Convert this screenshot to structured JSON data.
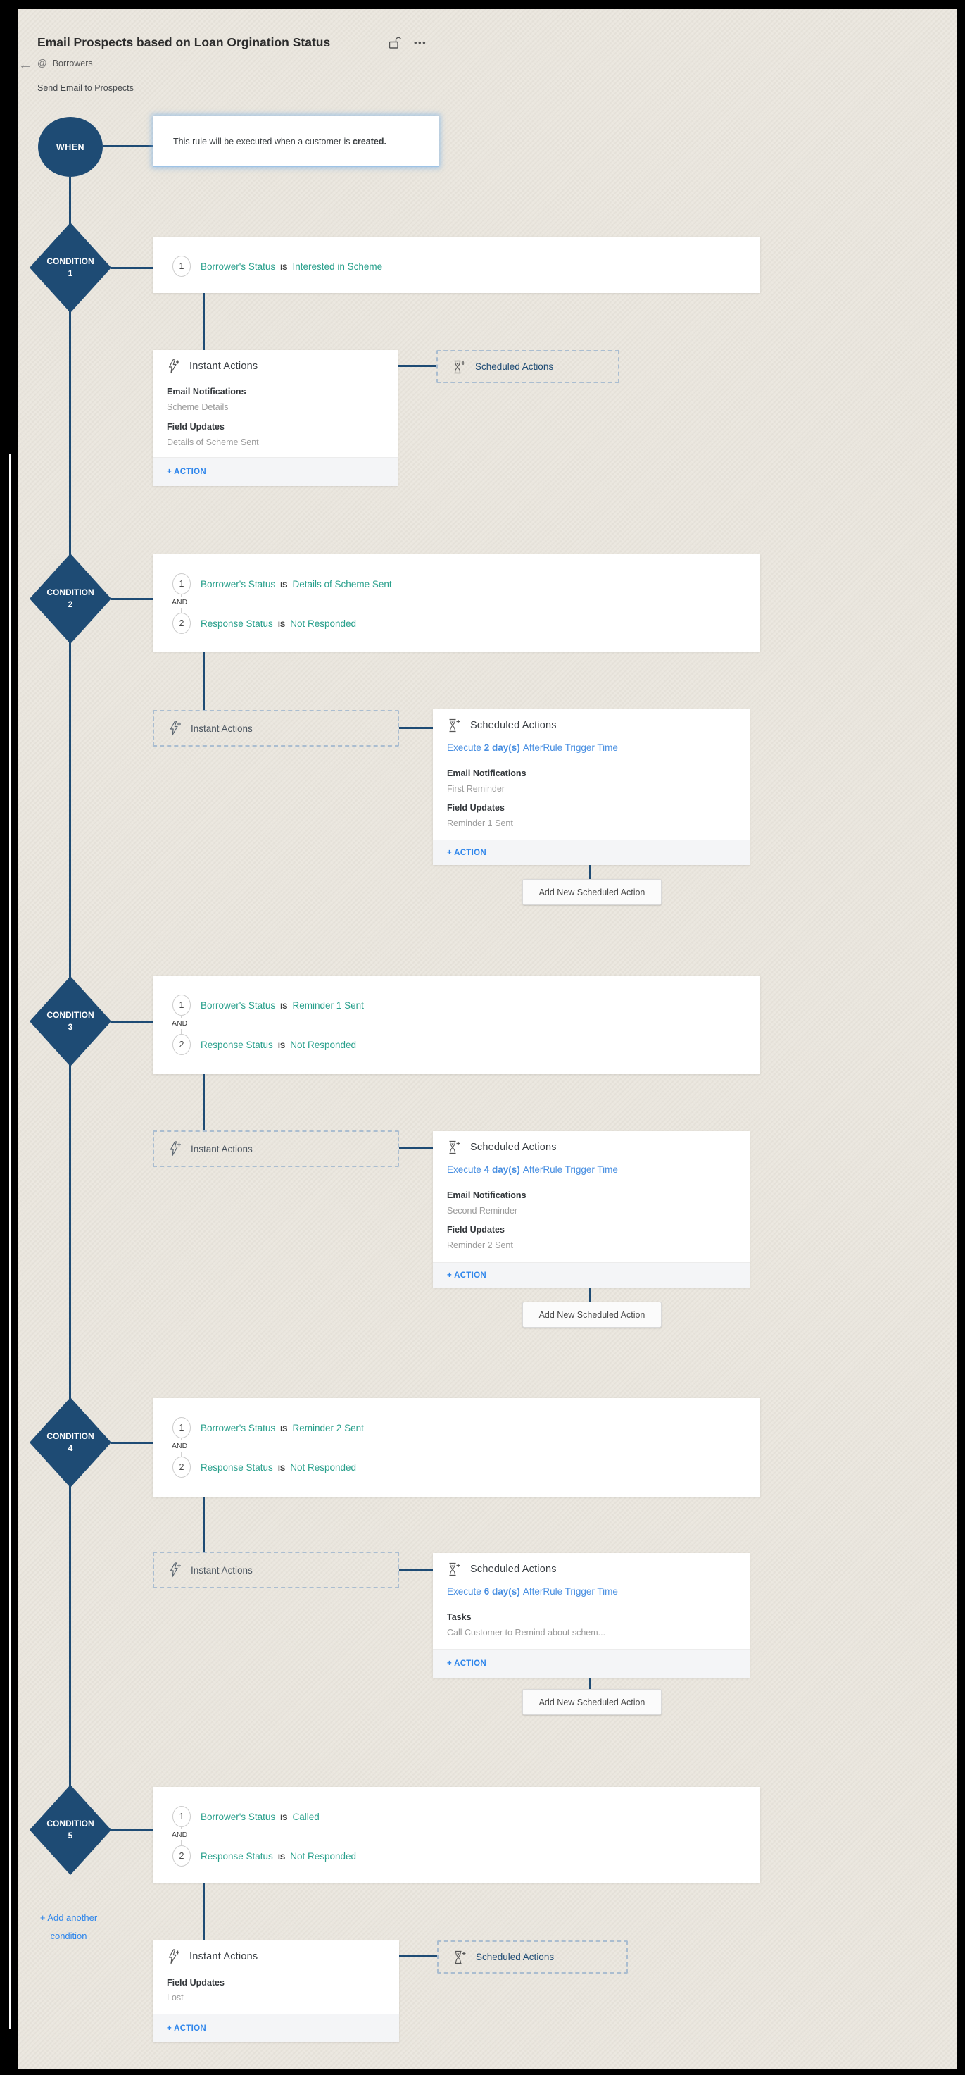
{
  "header": {
    "back_icon": "←",
    "title": "Email Prospects based on Loan Orgination Status",
    "module_prefix": "@",
    "module": "Borrowers",
    "description": "Send Email to Prospects",
    "menu_icon": "•••"
  },
  "when": {
    "label": "WHEN",
    "rule_text": "This rule will be executed when a customer is ",
    "rule_text_bold": "created."
  },
  "labels": {
    "condition_word": "CONDITION",
    "and": "AND",
    "action": "+ ACTION",
    "instant_title": "Instant Actions",
    "scheduled_title": "Scheduled Actions",
    "add_new_scheduled": "Add New Scheduled Action",
    "add_another_line1": "+ Add another",
    "add_another_line2": "condition",
    "execute_prefix": "Execute",
    "execute_suffix": "AfterRule Trigger Time"
  },
  "colors": {
    "navy": "#1e4b74",
    "teal": "#29a08c",
    "link_blue": "#2f86eb",
    "execute_blue": "#4a90e2",
    "canvas_beige": "#eae6de"
  },
  "conditions": [
    {
      "number": "1",
      "rows": [
        {
          "num": "1",
          "field": "Borrower's Status",
          "op": "IS",
          "value": "Interested in Scheme"
        }
      ],
      "instant": {
        "items": [
          {
            "label": "Email Notifications",
            "value": "Scheme Details"
          },
          {
            "label": "Field Updates",
            "value": "Details of Scheme Sent"
          }
        ]
      },
      "scheduled": {}
    },
    {
      "number": "2",
      "rows": [
        {
          "num": "1",
          "field": "Borrower's Status",
          "op": "IS",
          "value": "Details of Scheme Sent"
        },
        {
          "num": "2",
          "field": "Response Status",
          "op": "IS",
          "value": "Not Responded"
        }
      ],
      "instant": {},
      "scheduled": {
        "execute_bold": "2 day(s)",
        "items": [
          {
            "label": "Email Notifications",
            "value": "First Reminder"
          },
          {
            "label": "Field Updates",
            "value": "Reminder 1 Sent"
          }
        ]
      }
    },
    {
      "number": "3",
      "rows": [
        {
          "num": "1",
          "field": "Borrower's Status",
          "op": "IS",
          "value": "Reminder 1 Sent"
        },
        {
          "num": "2",
          "field": "Response Status",
          "op": "IS",
          "value": "Not Responded"
        }
      ],
      "instant": {},
      "scheduled": {
        "execute_bold": "4 day(s)",
        "items": [
          {
            "label": "Email Notifications",
            "value": "Second Reminder"
          },
          {
            "label": "Field Updates",
            "value": "Reminder 2 Sent"
          }
        ]
      }
    },
    {
      "number": "4",
      "rows": [
        {
          "num": "1",
          "field": "Borrower's Status",
          "op": "IS",
          "value": "Reminder 2 Sent"
        },
        {
          "num": "2",
          "field": "Response Status",
          "op": "IS",
          "value": "Not Responded"
        }
      ],
      "instant": {},
      "scheduled": {
        "execute_bold": "6 day(s)",
        "items": [
          {
            "label": "Tasks",
            "value": "Call Customer to Remind about schem..."
          }
        ]
      }
    },
    {
      "number": "5",
      "rows": [
        {
          "num": "1",
          "field": "Borrower's Status",
          "op": "IS",
          "value": "Called"
        },
        {
          "num": "2",
          "field": "Response Status",
          "op": "IS",
          "value": "Not Responded"
        }
      ],
      "instant": {
        "items": [
          {
            "label": "Field Updates",
            "value": "Lost"
          }
        ]
      },
      "scheduled": {}
    }
  ]
}
